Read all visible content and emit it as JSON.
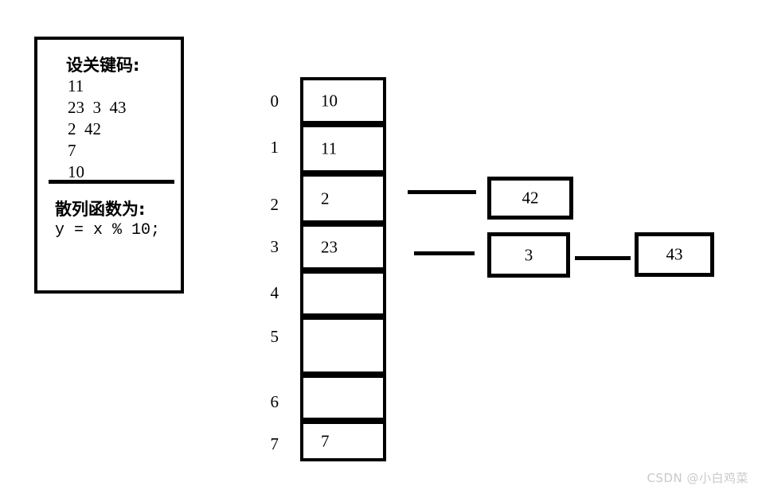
{
  "info_panel": {
    "title": "设关键码:",
    "keys": [
      "11",
      "23  3  43",
      "2  42",
      "7",
      "10"
    ],
    "function_title": "散列函数为:",
    "function_expr": "y = x % 10;"
  },
  "hash_table": {
    "indices": [
      "0",
      "1",
      "2",
      "3",
      "4",
      "5",
      "6",
      "7"
    ],
    "buckets": [
      {
        "index": "0",
        "value": "10"
      },
      {
        "index": "1",
        "value": "11"
      },
      {
        "index": "2",
        "value": "2"
      },
      {
        "index": "3",
        "value": "23"
      },
      {
        "index": "4",
        "value": ""
      },
      {
        "index": "5",
        "value": ""
      },
      {
        "index": "6",
        "value": ""
      },
      {
        "index": "7",
        "value": "7"
      }
    ]
  },
  "chains": [
    {
      "from_index": "2",
      "nodes": [
        {
          "value": "42"
        }
      ]
    },
    {
      "from_index": "3",
      "nodes": [
        {
          "value": "3"
        },
        {
          "value": "43"
        }
      ]
    }
  ],
  "nodes": {
    "n42": "42",
    "n3": "3",
    "n43": "43"
  },
  "watermark": "CSDN @小白鸡菜",
  "colors": {
    "stroke": "#000000",
    "background": "#ffffff",
    "watermark": "#c9c9c9"
  }
}
